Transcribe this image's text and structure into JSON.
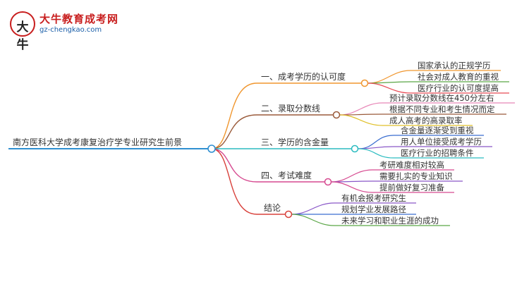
{
  "logo": {
    "mark": "大牛",
    "title": "大牛教育成考网",
    "url": "gz-chengkao.com"
  },
  "root": {
    "label": "南方医科大学成考康复治疗学专业研究生前景",
    "color": "#2f8fd1"
  },
  "branches": [
    {
      "label": "一、成考学历的认可度",
      "color": "#f0962e",
      "leaves": [
        {
          "label": "国家承认的正规学历",
          "color": "#f0962e"
        },
        {
          "label": "社会对成人教育的重视",
          "color": "#5aa646"
        },
        {
          "label": "医疗行业的认可度提高",
          "color": "#e84a55"
        }
      ]
    },
    {
      "label": "二、录取分数线",
      "color": "#9a5a3a",
      "leaves": [
        {
          "label": "预计录取分数线在450分左右",
          "color": "#e888b8"
        },
        {
          "label": "根据不同专业和考生情况而定",
          "color": "#9a5a3a"
        },
        {
          "label": "成人高考的高录取率",
          "color": "#e0c02a"
        }
      ]
    },
    {
      "label": "三、学历的含金量",
      "color": "#2bbcc0",
      "leaves": [
        {
          "label": "含金量逐渐受到重视",
          "color": "#3a6ed0"
        },
        {
          "label": "用人单位接受成考学历",
          "color": "#8a58c8"
        },
        {
          "label": "医疗行业的招聘条件",
          "color": "#2bbcc0"
        }
      ]
    },
    {
      "label": "四、考试难度",
      "color": "#d64a90",
      "leaves": [
        {
          "label": "考研难度相对较高",
          "color": "#d64a90"
        },
        {
          "label": "需要扎实的专业知识",
          "color": "#8a58c8"
        },
        {
          "label": "提前做好复习准备",
          "color": "#d64a90"
        }
      ]
    },
    {
      "label": "结论",
      "color": "#d8403a",
      "leaves": [
        {
          "label": "有机会报考研究生",
          "color": "#8a58c8"
        },
        {
          "label": "规划学业发展路径",
          "color": "#3a6ed0"
        },
        {
          "label": "未来学习和职业生涯的成功",
          "color": "#5aa646"
        }
      ]
    }
  ]
}
